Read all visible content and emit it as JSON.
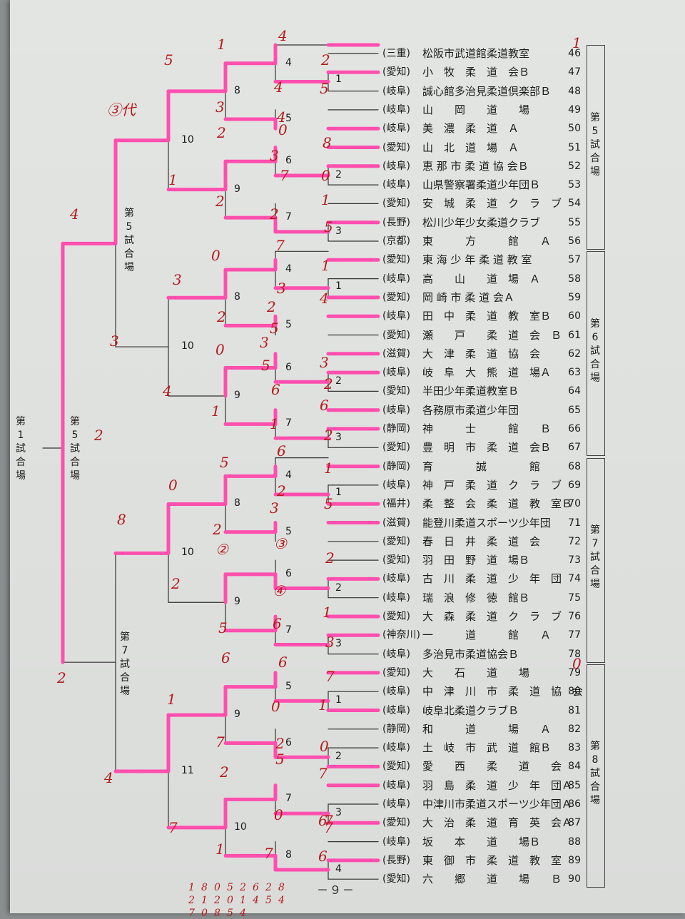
{
  "teams": [
    {
      "pref": "(三重)",
      "club": "松阪市武道館柔道教室",
      "num": "46"
    },
    {
      "pref": "(愛知)",
      "club": "小　牧　柔　道　会Ｂ",
      "num": "47"
    },
    {
      "pref": "(岐阜)",
      "club": "誠心館多治見柔道倶楽部Ｂ",
      "num": "48"
    },
    {
      "pref": "(岐阜)",
      "club": "山　　岡　　道　　場",
      "num": "49"
    },
    {
      "pref": "(岐阜)",
      "club": "美　濃　柔　道　Ａ",
      "num": "50"
    },
    {
      "pref": "(愛知)",
      "club": "山　北　道　場　Ａ",
      "num": "51"
    },
    {
      "pref": "(岐阜)",
      "club": "恵 那 市 柔 道 協 会Ｂ",
      "num": "52"
    },
    {
      "pref": "(岐阜)",
      "club": "山県警察署柔道少年団Ｂ",
      "num": "53"
    },
    {
      "pref": "(愛知)",
      "club": "安　城　柔　道　ク　ラ　ブ",
      "num": "54"
    },
    {
      "pref": "(長野)",
      "club": "松川少年少女柔道クラブ",
      "num": "55"
    },
    {
      "pref": "(京都)",
      "club": "東　　　方　　　館　　Ａ",
      "num": "56"
    },
    {
      "pref": "(愛知)",
      "club": "東 海 少 年 柔 道 教 室",
      "num": "57"
    },
    {
      "pref": "(岐阜)",
      "club": "高　　山　　道　場　Ａ",
      "num": "58"
    },
    {
      "pref": "(愛知)",
      "club": "岡 崎 市 柔 道 会Ａ",
      "num": "59"
    },
    {
      "pref": "(岐阜)",
      "club": "田　中　柔　道　教　室Ｂ",
      "num": "60"
    },
    {
      "pref": "(愛知)",
      "club": "瀬　　戸　　柔　道　会　Ｂ",
      "num": "61"
    },
    {
      "pref": "(滋賀)",
      "club": "大　津　柔　道　協　会",
      "num": "62"
    },
    {
      "pref": "(岐阜)",
      "club": "岐　阜　大　熊　道　場Ａ",
      "num": "63"
    },
    {
      "pref": "(愛知)",
      "club": "半田少年柔道教室Ｂ",
      "num": "64"
    },
    {
      "pref": "(岐阜)",
      "club": "各務原市柔道少年団",
      "num": "65"
    },
    {
      "pref": "(静岡)",
      "club": "神　　　士　　　館　　Ｂ",
      "num": "66"
    },
    {
      "pref": "(愛知)",
      "club": "豊　明　市　柔　道　会Ｂ",
      "num": "67"
    },
    {
      "pref": "(静岡)",
      "club": "育　　　　誠　　　　館",
      "num": "68"
    },
    {
      "pref": "(岐阜)",
      "club": "神　戸　柔　道　ク　ラ　ブ",
      "num": "69"
    },
    {
      "pref": "(福井)",
      "club": "柔　整　会　柔　道　教　室Ｂ",
      "num": "70"
    },
    {
      "pref": "(滋賀)",
      "club": "能登川柔道スポーツ少年団",
      "num": "71"
    },
    {
      "pref": "(愛知)",
      "club": "春　日　井　柔　道　会",
      "num": "72"
    },
    {
      "pref": "(愛知)",
      "club": "羽　田　野　道　場Ｂ",
      "num": "73"
    },
    {
      "pref": "(岐阜)",
      "club": "古　川　柔　道　少　年　団",
      "num": "74"
    },
    {
      "pref": "(岐阜)",
      "club": "瑞　浪　修　徳　館Ｂ",
      "num": "75"
    },
    {
      "pref": "(愛知)",
      "club": "大　森　柔　道　ク　ラ　ブ",
      "num": "76"
    },
    {
      "pref": "(神奈川)",
      "club": "一　　　道　　　館　　Ａ",
      "num": "77"
    },
    {
      "pref": "(岐阜)",
      "club": "多治見市柔道協会Ｂ",
      "num": "78"
    },
    {
      "pref": "(愛知)",
      "club": "大　　石　　道　　場",
      "num": "79"
    },
    {
      "pref": "(岐阜)",
      "club": "中　津　川　市　柔　道　協　会",
      "num": "80"
    },
    {
      "pref": "(岐阜)",
      "club": "岐阜北柔道クラブＢ",
      "num": "81"
    },
    {
      "pref": "(静岡)",
      "club": "和　　　道　　　場　　Ａ",
      "num": "82"
    },
    {
      "pref": "(岐阜)",
      "club": "土　岐　市　武　道　館Ｂ",
      "num": "83"
    },
    {
      "pref": "(愛知)",
      "club": "愛　　西　　柔　　道　　会",
      "num": "84"
    },
    {
      "pref": "(岐阜)",
      "club": "羽　島　柔　道　少　年　団Ａ",
      "num": "85"
    },
    {
      "pref": "(岐阜)",
      "club": "中津川市柔道スポーツ少年団Ａ",
      "num": "86"
    },
    {
      "pref": "(愛知)",
      "club": "大　治　柔　道　育　英　会Ａ",
      "num": "87"
    },
    {
      "pref": "(岐阜)",
      "club": "坂　　本　　道　　場Ｂ",
      "num": "88"
    },
    {
      "pref": "(長野)",
      "club": "東　御　市　柔　道　教　室",
      "num": "89"
    },
    {
      "pref": "(愛知)",
      "club": "六　　郷　　道　　場　　Ｂ",
      "num": "90"
    }
  ],
  "venue_boxes": [
    {
      "text": "第5試合場"
    },
    {
      "text": "第6試合場"
    },
    {
      "text": "第7試合場"
    },
    {
      "text": "第8試合場"
    }
  ],
  "side_labels": {
    "first_venue": "第1試合場",
    "fifth_venue_mid": "第5試合場",
    "fifth_venue_upper": "第5試合場",
    "seventh_venue_lower": "第7試合場"
  },
  "match_numbers": [
    "1",
    "2",
    "3",
    "4",
    "5",
    "6",
    "7",
    "8",
    "9",
    "10",
    "1",
    "2",
    "3",
    "4",
    "5",
    "6",
    "7",
    "8",
    "9",
    "10",
    "1",
    "2",
    "3",
    "4",
    "5",
    "6",
    "7",
    "8",
    "9",
    "10",
    "1",
    "2",
    "3",
    "4",
    "5",
    "6",
    "7",
    "8",
    "9",
    "10",
    "11"
  ],
  "handwritten_scores": [
    "5",
    "③代",
    "4",
    "3",
    "2",
    "2",
    "4",
    "7",
    "1",
    "3",
    "2",
    "1",
    "2",
    "4",
    "4",
    "4",
    "0",
    "3",
    "7",
    "2",
    "5",
    "8",
    "0",
    "1",
    "2",
    "5",
    "0",
    "3",
    "2",
    "0",
    "4",
    "1",
    "7",
    "1",
    "4",
    "3",
    "2",
    "5",
    "3",
    "5",
    "3",
    "2",
    "6",
    "6",
    "1",
    "2",
    "6",
    "5",
    "0",
    "1",
    "5",
    "2",
    "3",
    "2",
    "8",
    "2",
    "②",
    "③",
    "④",
    "2",
    "1",
    "6",
    "5",
    "3",
    "6",
    "6",
    "1",
    "7",
    "2",
    "0",
    "7",
    "0",
    "1",
    "5",
    "2",
    "7",
    "0",
    "6",
    "7",
    "1",
    "6",
    "7",
    "1",
    "0",
    "7",
    "1",
    "8",
    "0",
    "5",
    "2",
    "6",
    "2",
    "8",
    "2",
    "1",
    "2",
    "0",
    "1",
    "4",
    "5",
    "4",
    "7",
    "0",
    "8",
    "5",
    "4"
  ],
  "page_number": "－９－",
  "colors": {
    "highlight": "#ff4fae",
    "ink": "#1c1c1c",
    "handwriting": "#b51a1a"
  }
}
